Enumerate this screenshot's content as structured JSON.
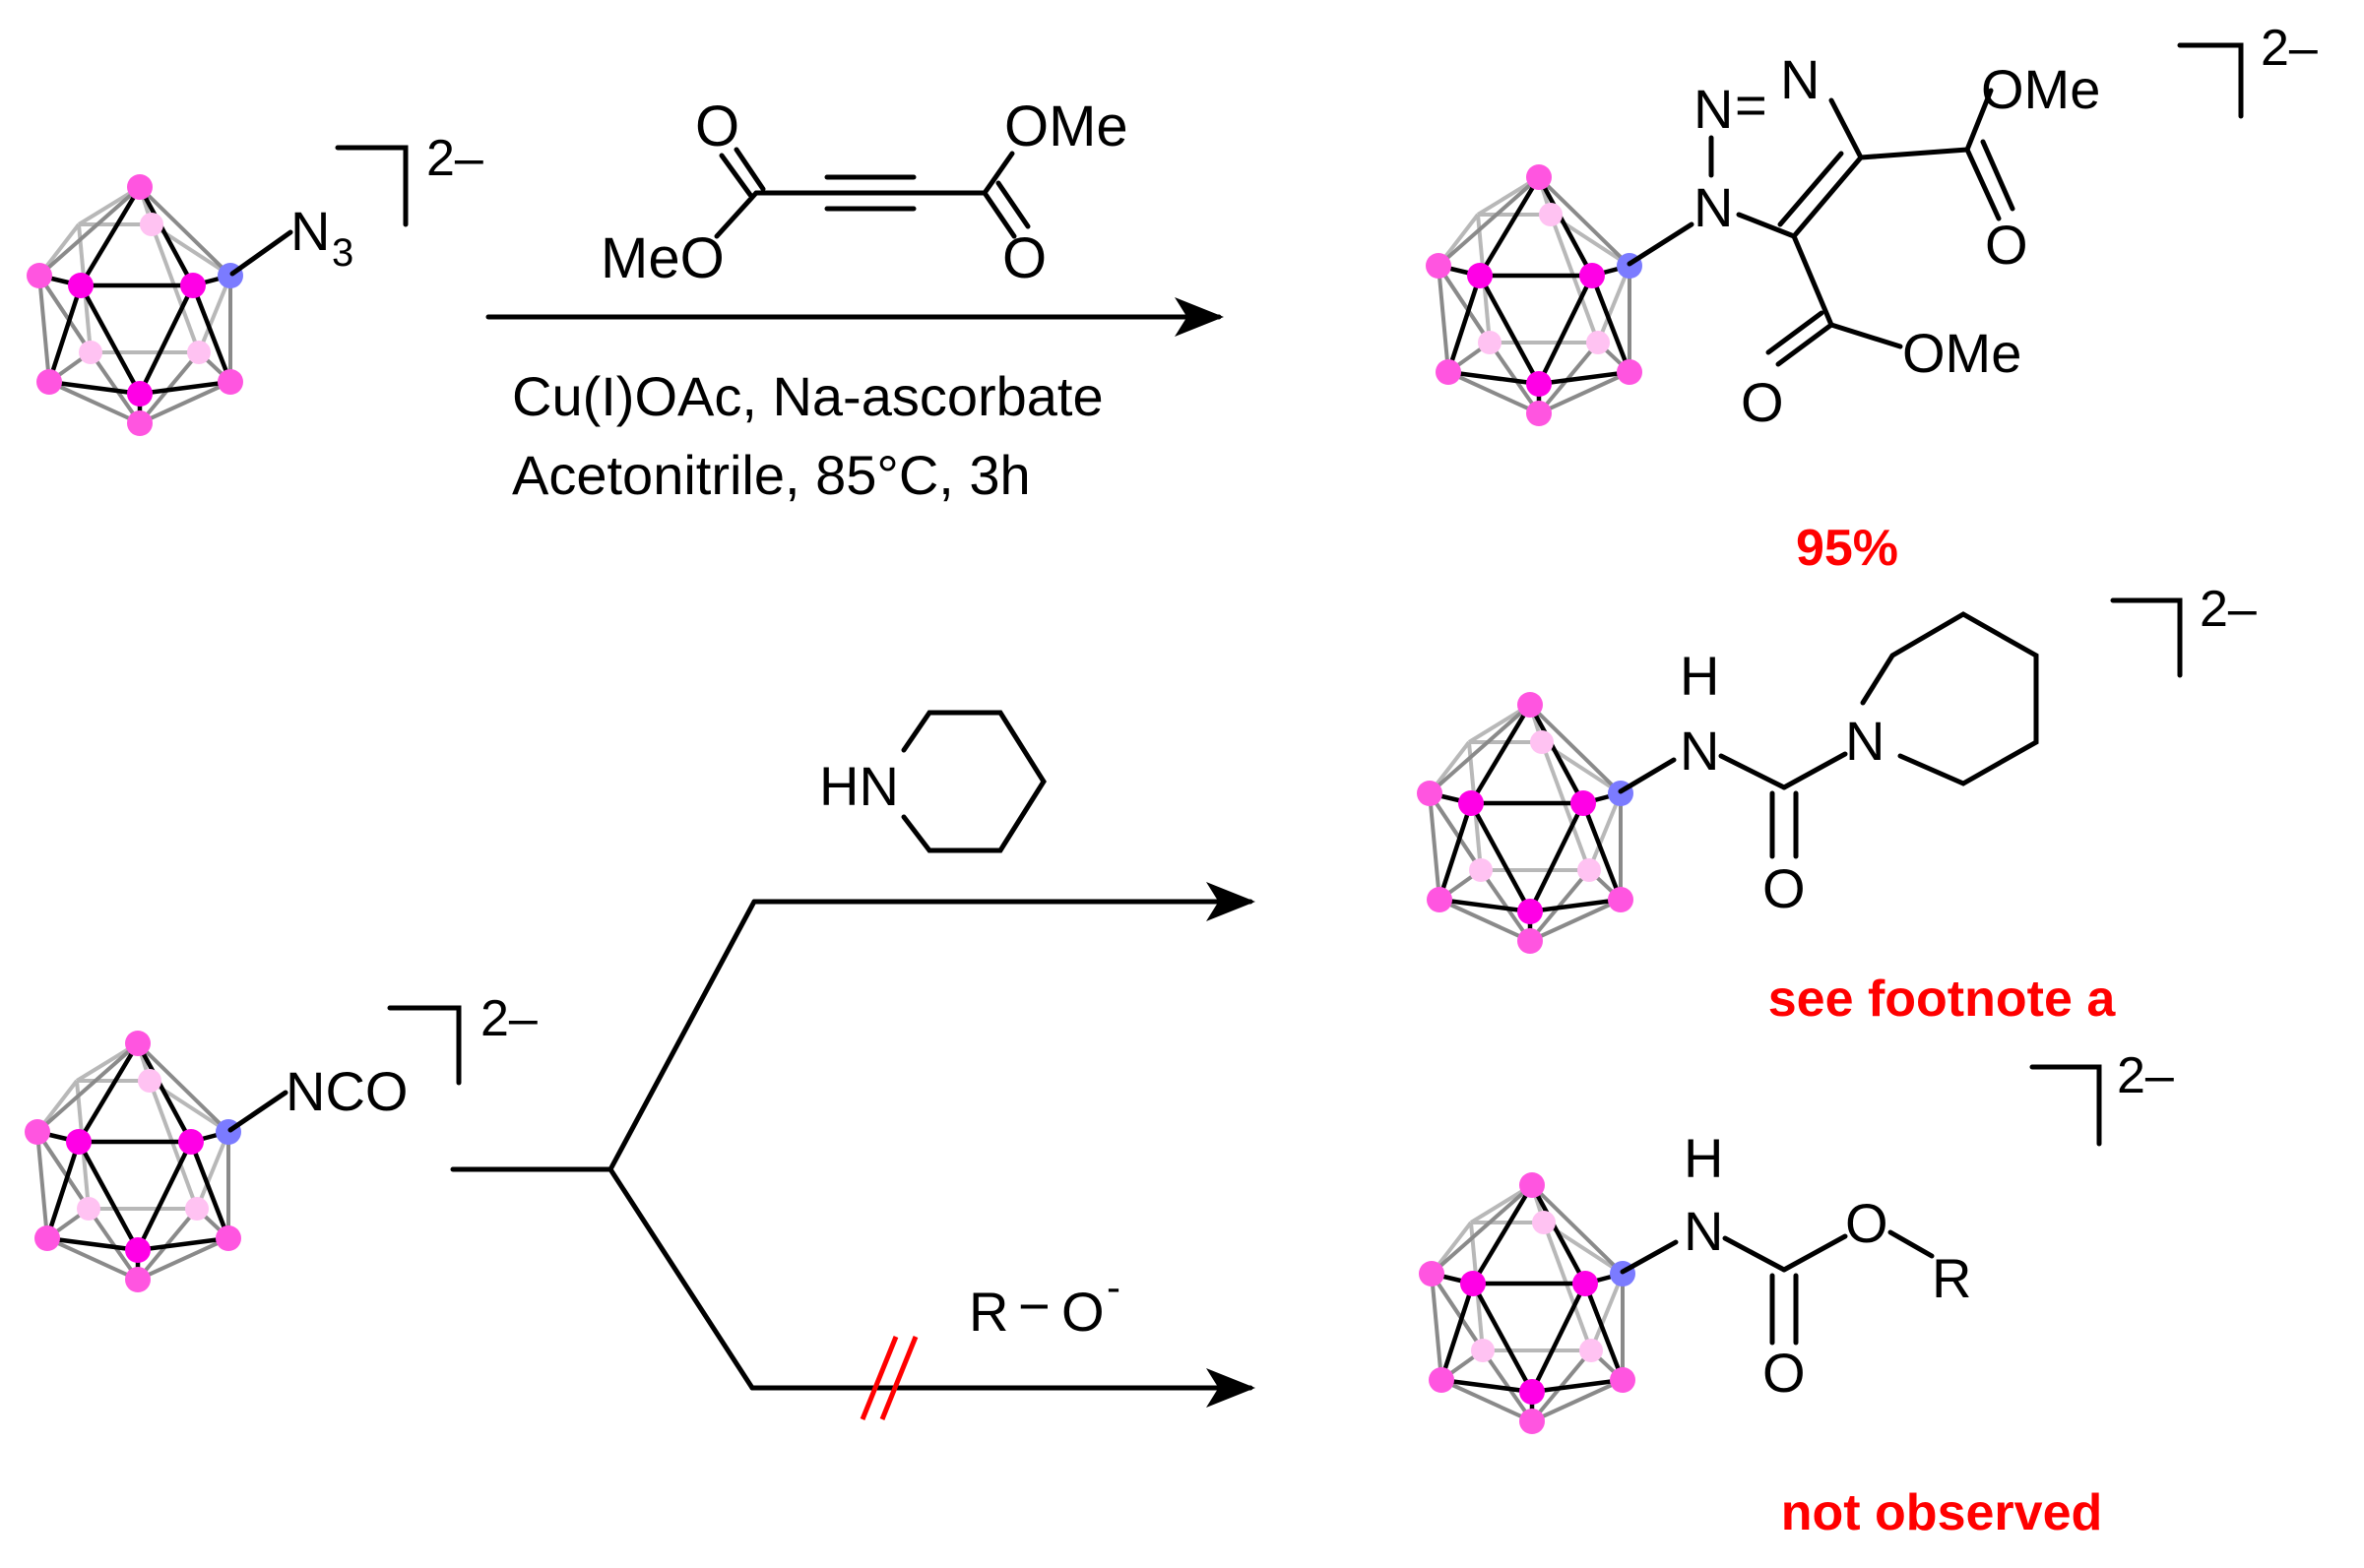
{
  "colors": {
    "cage_vertex": "#ff55e0",
    "cage_vertex_front": "#ff00e6",
    "cage_vertex_back": "#ffc2f2",
    "cage_vertex_substituted": "#7b7bff",
    "cage_edge_back": "#b8b8b8",
    "cage_edge_mid": "#8a8a8a",
    "annotation": "#ff0000"
  },
  "reaction1": {
    "reagent": {
      "o_top_left": "O",
      "ome_top_right": "OMe",
      "meo_bottom_left": "MeO",
      "o_bottom_right": "O"
    },
    "conditions_line1": "Cu(I)OAc, Na-ascorbate",
    "conditions_line2": "Acetonitrile, 85°C, 3h",
    "starting": {
      "substituent_symbol": "N",
      "substituent_subscript": "3",
      "charge": "2–"
    },
    "product": {
      "n_top_left": "N",
      "n_eq_n": "=",
      "n_top_right": "N",
      "n_left": "N",
      "ome_top": "OMe",
      "o_mid": "O",
      "o_low": "O",
      "ome_low": "OMe",
      "charge": "2–"
    },
    "yield": "95%"
  },
  "reaction2": {
    "starting": {
      "substituent": "NCO",
      "charge": "2–"
    },
    "reagent_top": {
      "hn": "HN"
    },
    "reagent_bottom": {
      "r": "R",
      "dash": "−",
      "o": "O",
      "superscript": "-"
    },
    "product_top": {
      "h": "H",
      "n": "N",
      "n_ring": "N",
      "o": "O",
      "charge": "2–"
    },
    "product_top_note": "see footnote a",
    "product_bottom": {
      "h": "H",
      "n": "N",
      "o_ester": "O",
      "r": "R",
      "o_carbonyl": "O",
      "charge": "2–"
    },
    "product_bottom_note": "not observed"
  }
}
